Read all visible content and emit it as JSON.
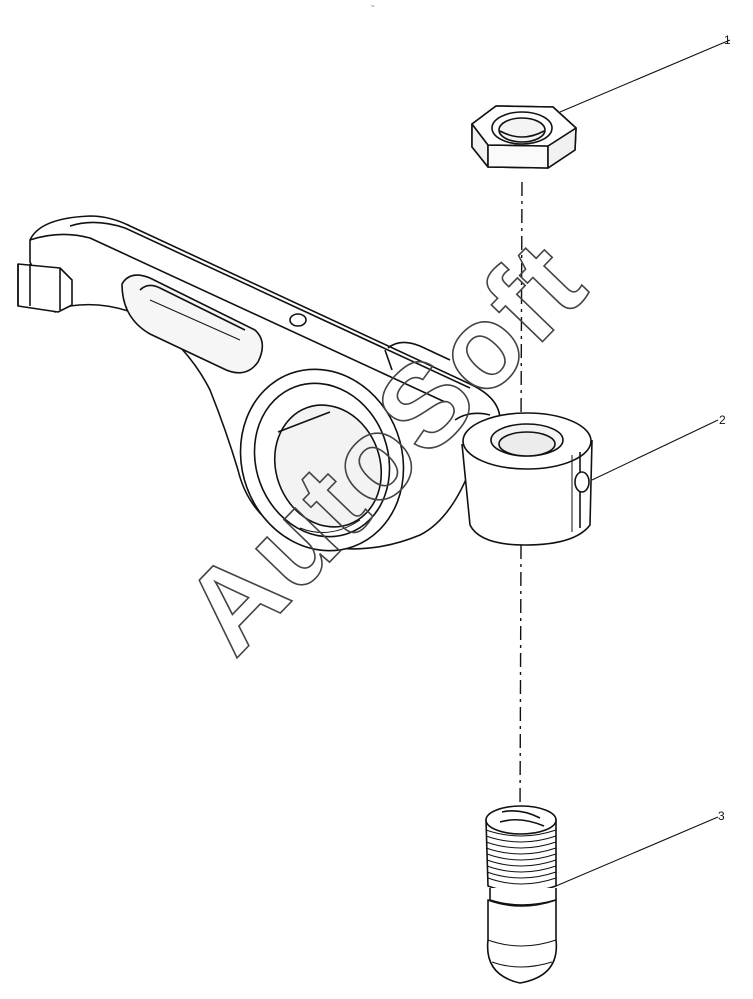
{
  "header": {
    "top_mark": "~"
  },
  "parts": [
    {
      "number": "1"
    },
    {
      "number": "2"
    },
    {
      "number": "3"
    }
  ],
  "watermark": {
    "text": "AutoSoft"
  },
  "colors": {
    "line": "#111111",
    "fill": "#ffffff",
    "shade": "#e8e8e8"
  }
}
